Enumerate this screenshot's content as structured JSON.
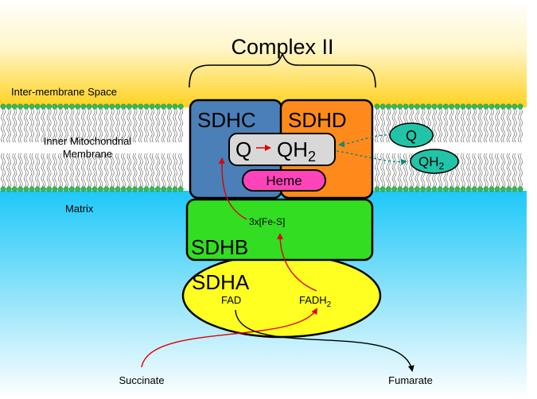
{
  "title": "Complex II",
  "labels": {
    "intermembrane": "Inter-membrane Space",
    "inner_membrane_line1": "Inner Mitochondrial",
    "inner_membrane_line2": "Membrane",
    "matrix": "Matrix"
  },
  "subunits": {
    "sdhc": "SDHC",
    "sdhd": "SDHD",
    "sdhb": "SDHB",
    "sdha": "SDHA"
  },
  "reaction": {
    "q": "Q",
    "qh": "QH",
    "sub": "2"
  },
  "heme": "Heme",
  "fes": "3x[Fe-S]",
  "fad": "FAD",
  "fadh": "FADH",
  "fadh_sub": "2",
  "q_bubble": "Q",
  "qh2_bubble": "QH",
  "qh2_bubble_sub": "2",
  "succinate": "Succinate",
  "fumarate": "Fumarate",
  "colors": {
    "sdhc": "#4a7fb8",
    "sdhd": "#ff8a1c",
    "sdhb": "#33dd22",
    "sdha": "#ffff22",
    "heme": "#ff44bb",
    "bubble": "#22c4a8",
    "lipid_head": "#33bb55",
    "electron_arrow": "#e00000",
    "q_arrow": "#118877"
  }
}
